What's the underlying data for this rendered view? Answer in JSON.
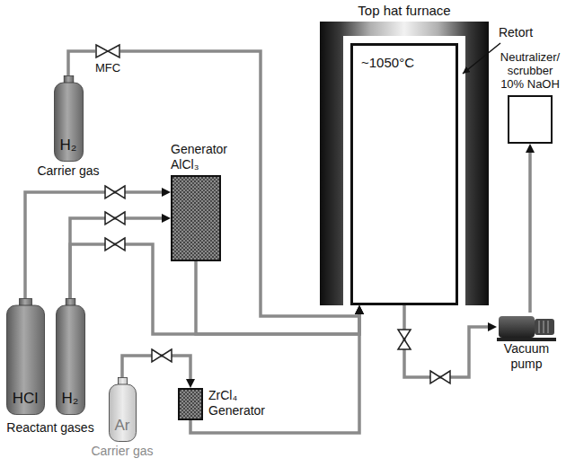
{
  "diagram": {
    "nodes": [
      {
        "text": [
          "Top hat furnace"
        ]
      },
      {
        "text": [
          "~1050°C"
        ],
        "in": 0
      },
      {
        "text": [
          "MFC"
        ]
      },
      {
        "text": [
          "Neutralizer/ scrubber 10% NaOH"
        ]
      },
      {
        "text": [
          "H₂",
          "Carrier gas"
        ]
      },
      {
        "text": [
          "Generator AlCl₃"
        ]
      },
      {
        "text": [
          "Vacuum pump"
        ]
      },
      {
        "text": [
          "HCl"
        ]
      },
      {
        "text": [
          "H₂"
        ]
      },
      {
        "text": [
          "Ar",
          "Carrier gas"
        ]
      },
      {
        "text": [
          "ZrCl₄ Generator"
        ]
      }
    ],
    "edges": [
      {
        "from": 4,
        "to": 2,
        "arrow": "none"
      },
      {
        "from": 2,
        "to": 1,
        "arrow": "to"
      },
      {
        "from": 7,
        "to": 5,
        "arrow": "to"
      },
      {
        "from": 8,
        "to": 5,
        "arrow": "to"
      },
      {
        "from": 8,
        "to": 1,
        "arrow": "to"
      },
      {
        "from": 5,
        "to": 1,
        "arrow": "to"
      },
      {
        "from": 9,
        "to": 10,
        "arrow": "to"
      },
      {
        "from": 10,
        "to": 1,
        "arrow": "to"
      },
      {
        "from": 1,
        "to": 6,
        "arrow": "to"
      },
      {
        "from": 6,
        "to": 3,
        "arrow": "to"
      }
    ],
    "labels": [
      "Retort",
      "Reactant gases"
    ]
  }
}
